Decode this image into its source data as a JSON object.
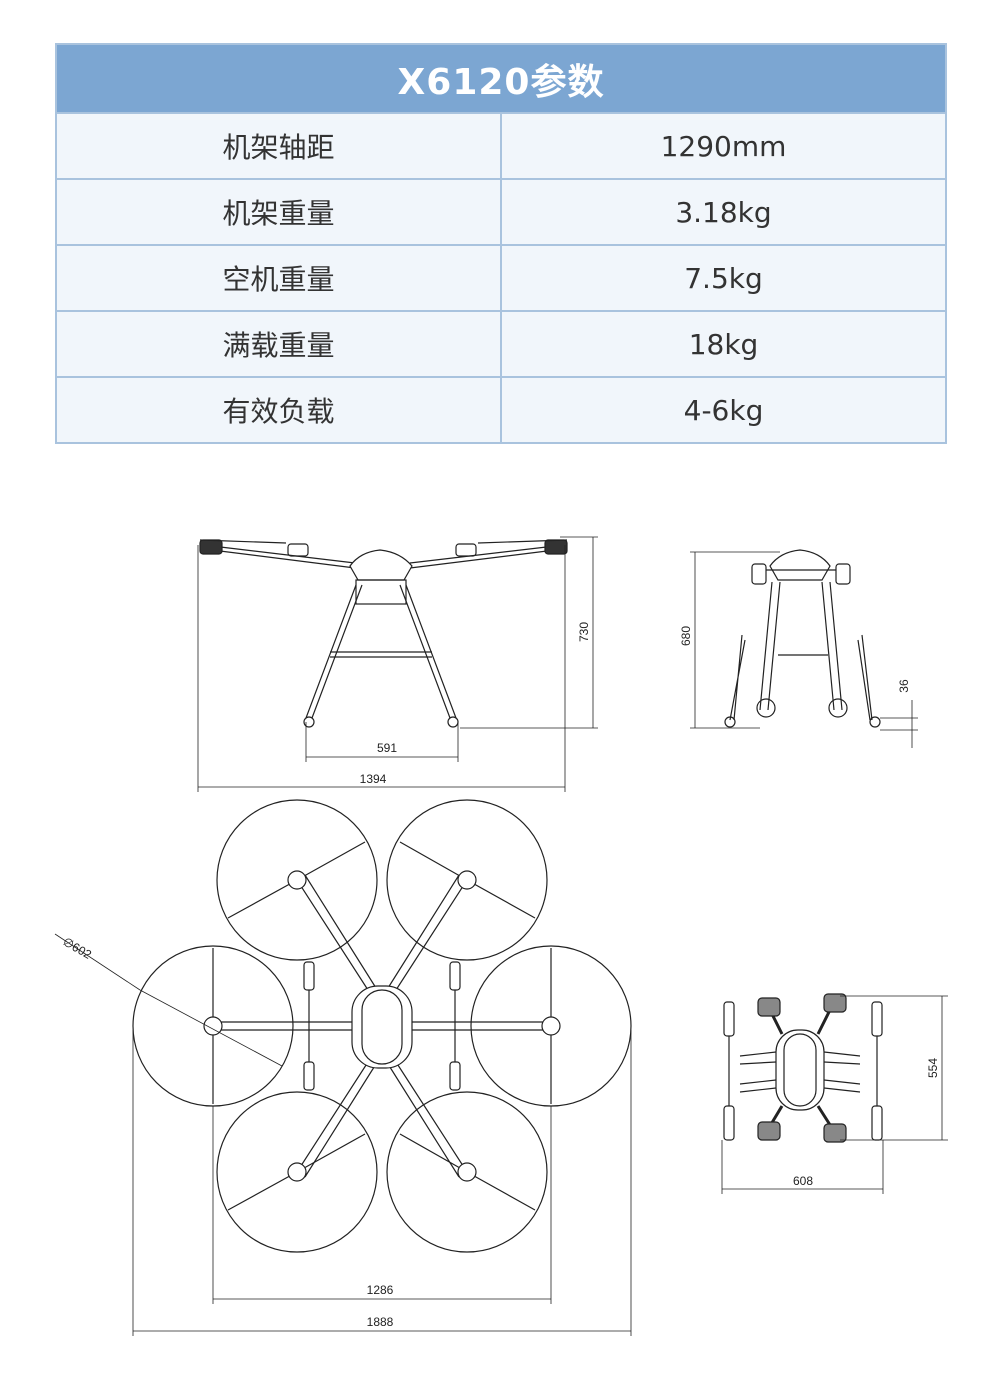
{
  "spec_table": {
    "title": "X6120参数",
    "rows": [
      {
        "label": "机架轴距",
        "value": "1290mm"
      },
      {
        "label": "机架重量",
        "value": "3.18kg"
      },
      {
        "label": "空机重量",
        "value": "7.5kg"
      },
      {
        "label": "满载重量",
        "value": "18kg"
      },
      {
        "label": "有效负载",
        "value": "4-6kg"
      }
    ]
  },
  "dimensions": {
    "front_height": "730",
    "front_leg_span": "591",
    "front_total_width": "1394",
    "side_height": "680",
    "side_ground_clearance": "36",
    "top_prop_diameter": "∅602",
    "top_inner_span": "1286",
    "top_total_span": "1888",
    "folded_depth": "554",
    "folded_width": "608"
  }
}
